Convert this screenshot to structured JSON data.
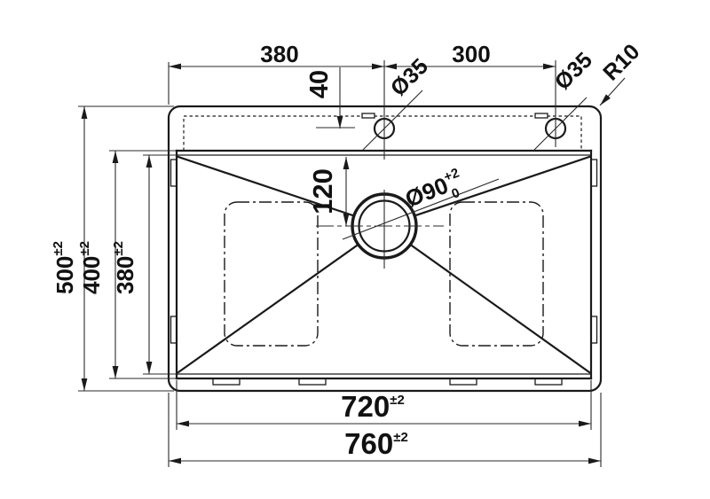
{
  "drawing": {
    "subject": "sink-top-view-technical-drawing",
    "background": "#ffffff",
    "line_color": "#1a1a1a",
    "dims": {
      "top_left_width": "380",
      "top_right_width": "300",
      "hole_center_offset": "40",
      "faucet_hole_left": "Ø35",
      "faucet_hole_right": "Ø35",
      "corner_radius": "R10",
      "drain_center_offset": "120",
      "drain_diameter": "Ø90",
      "drain_tol_plus": "+2",
      "drain_tol_minus": "0",
      "overall_depth": "500",
      "overall_depth_tol": "±2",
      "bowl_outer_depth": "400",
      "bowl_outer_depth_tol": "±2",
      "bowl_inner_depth": "380",
      "bowl_inner_depth_tol": "±2",
      "bowl_width": "720",
      "bowl_width_tol": "±2",
      "overall_width": "760",
      "overall_width_tol": "±2"
    }
  }
}
